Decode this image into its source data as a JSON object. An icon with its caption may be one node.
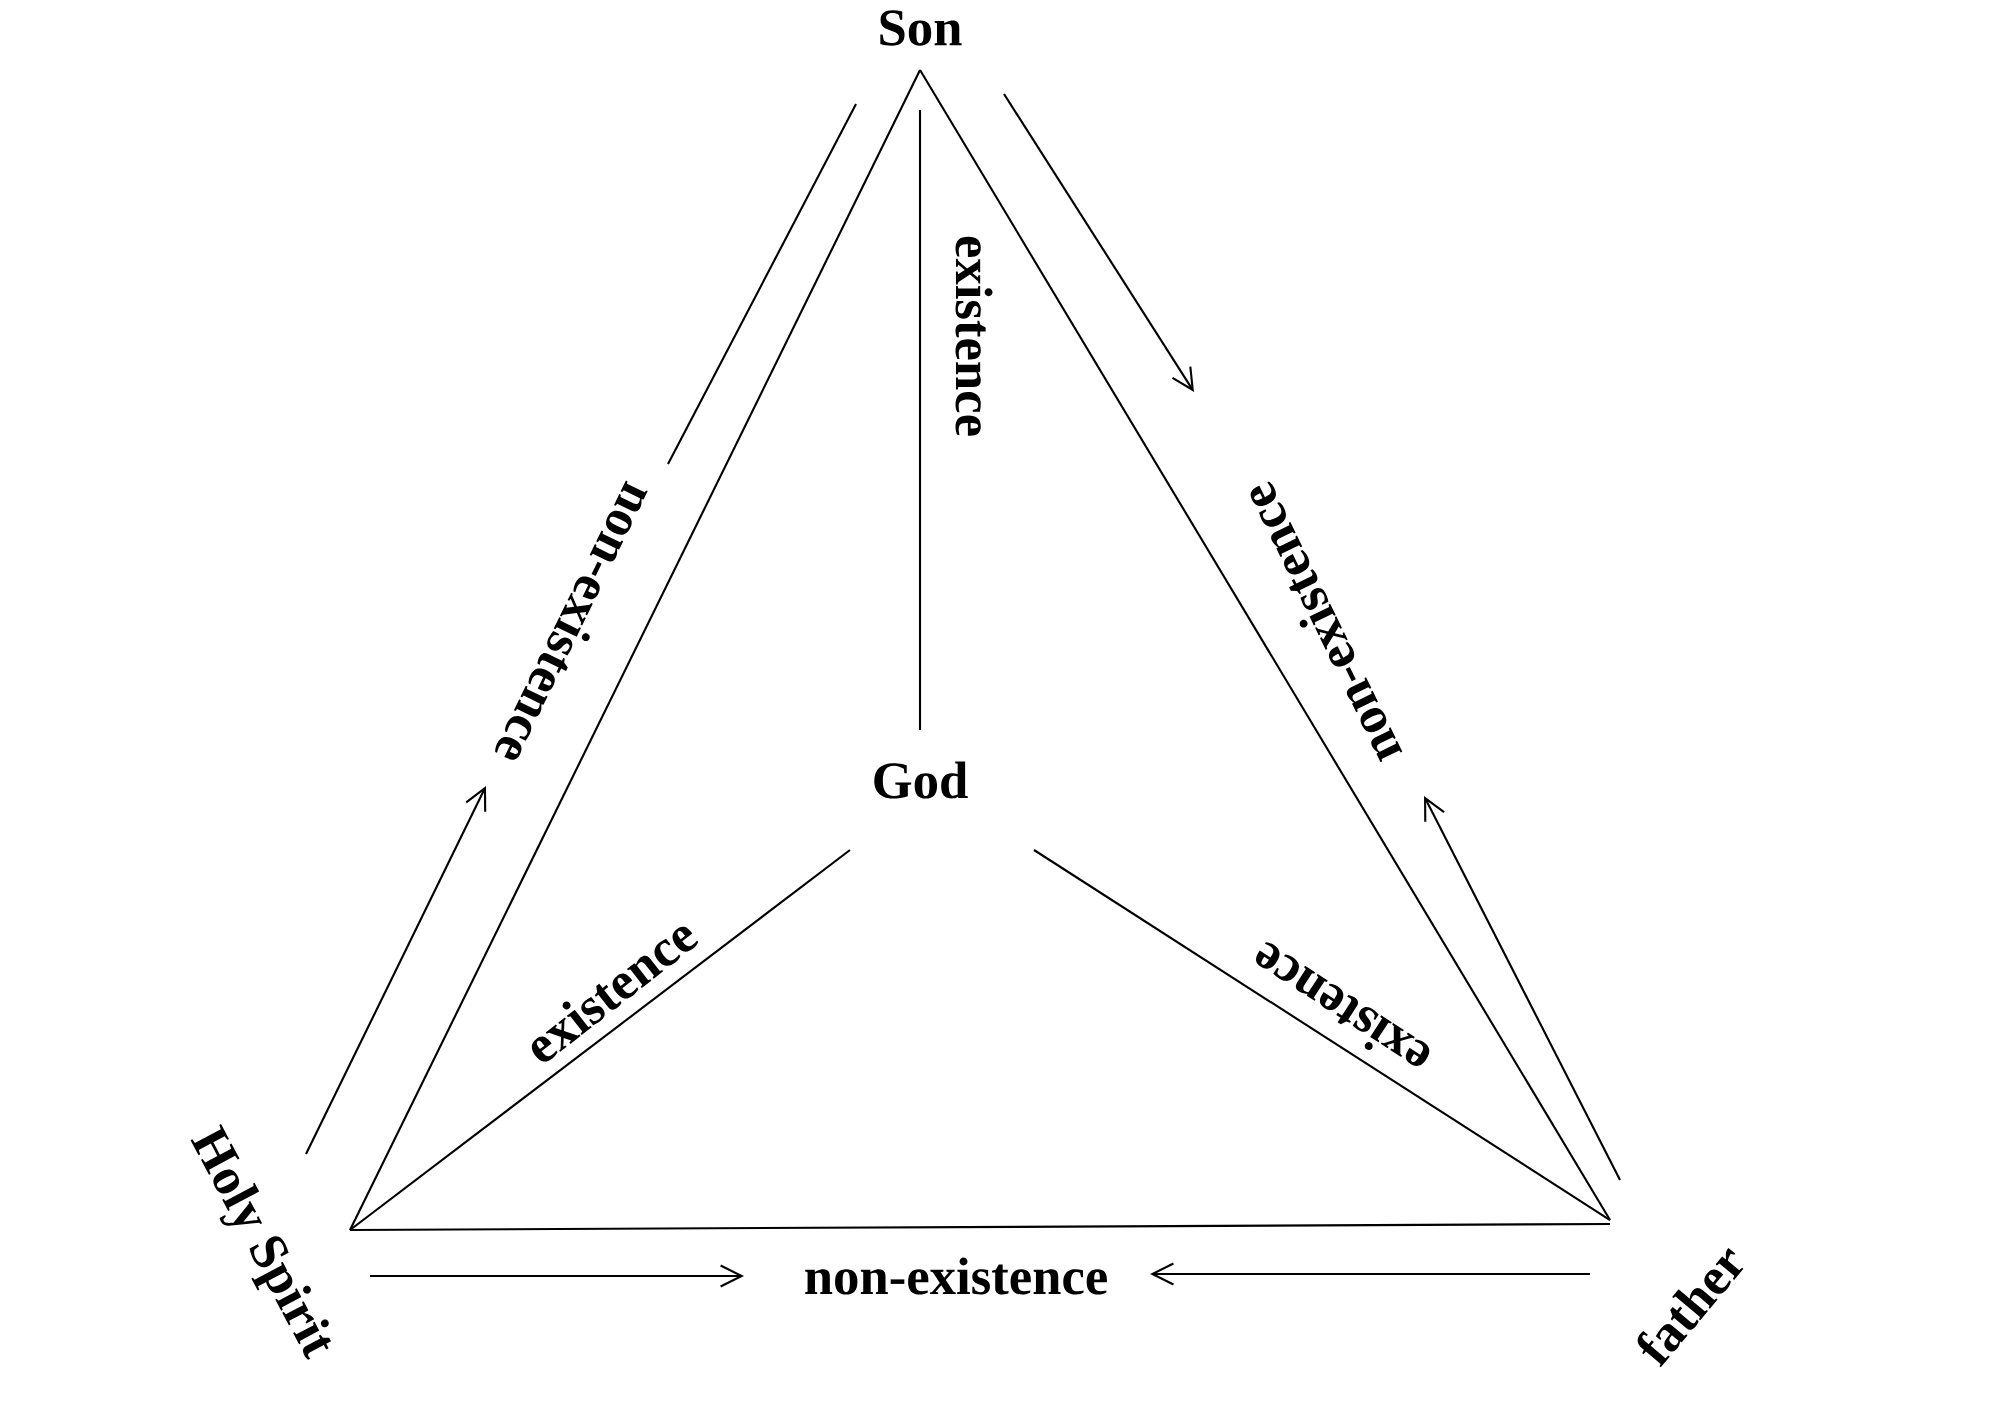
{
  "diagram": {
    "nodes": [
      {
        "text": [
          "Son"
        ]
      },
      {
        "text": [
          "God"
        ]
      },
      {
        "text": [
          "Holy Spirit"
        ]
      },
      {
        "text": [
          "father"
        ]
      },
      {
        "text": [
          "non-existence"
        ]
      },
      {
        "text": [
          "non-existence"
        ]
      },
      {
        "text": [
          "non-existence"
        ]
      }
    ],
    "edges": [
      {
        "from": 0,
        "to": 2,
        "arrow": "none"
      },
      {
        "from": 0,
        "to": 3,
        "arrow": "none"
      },
      {
        "from": 2,
        "to": 3,
        "arrow": "none"
      },
      {
        "from": 1,
        "to": 0,
        "arrow": "none",
        "label": "existence"
      },
      {
        "from": 1,
        "to": 2,
        "arrow": "none",
        "label": "existence"
      },
      {
        "from": 1,
        "to": 3,
        "arrow": "none",
        "label": "existence"
      },
      {
        "from": 0,
        "to": 4,
        "arrow": "none"
      },
      {
        "from": 2,
        "to": 4,
        "arrow": "to"
      },
      {
        "from": 0,
        "to": 5,
        "arrow": "to"
      },
      {
        "from": 3,
        "to": 5,
        "arrow": "to"
      },
      {
        "from": 2,
        "to": 6,
        "arrow": "to"
      },
      {
        "from": 3,
        "to": 6,
        "arrow": "to"
      }
    ]
  }
}
